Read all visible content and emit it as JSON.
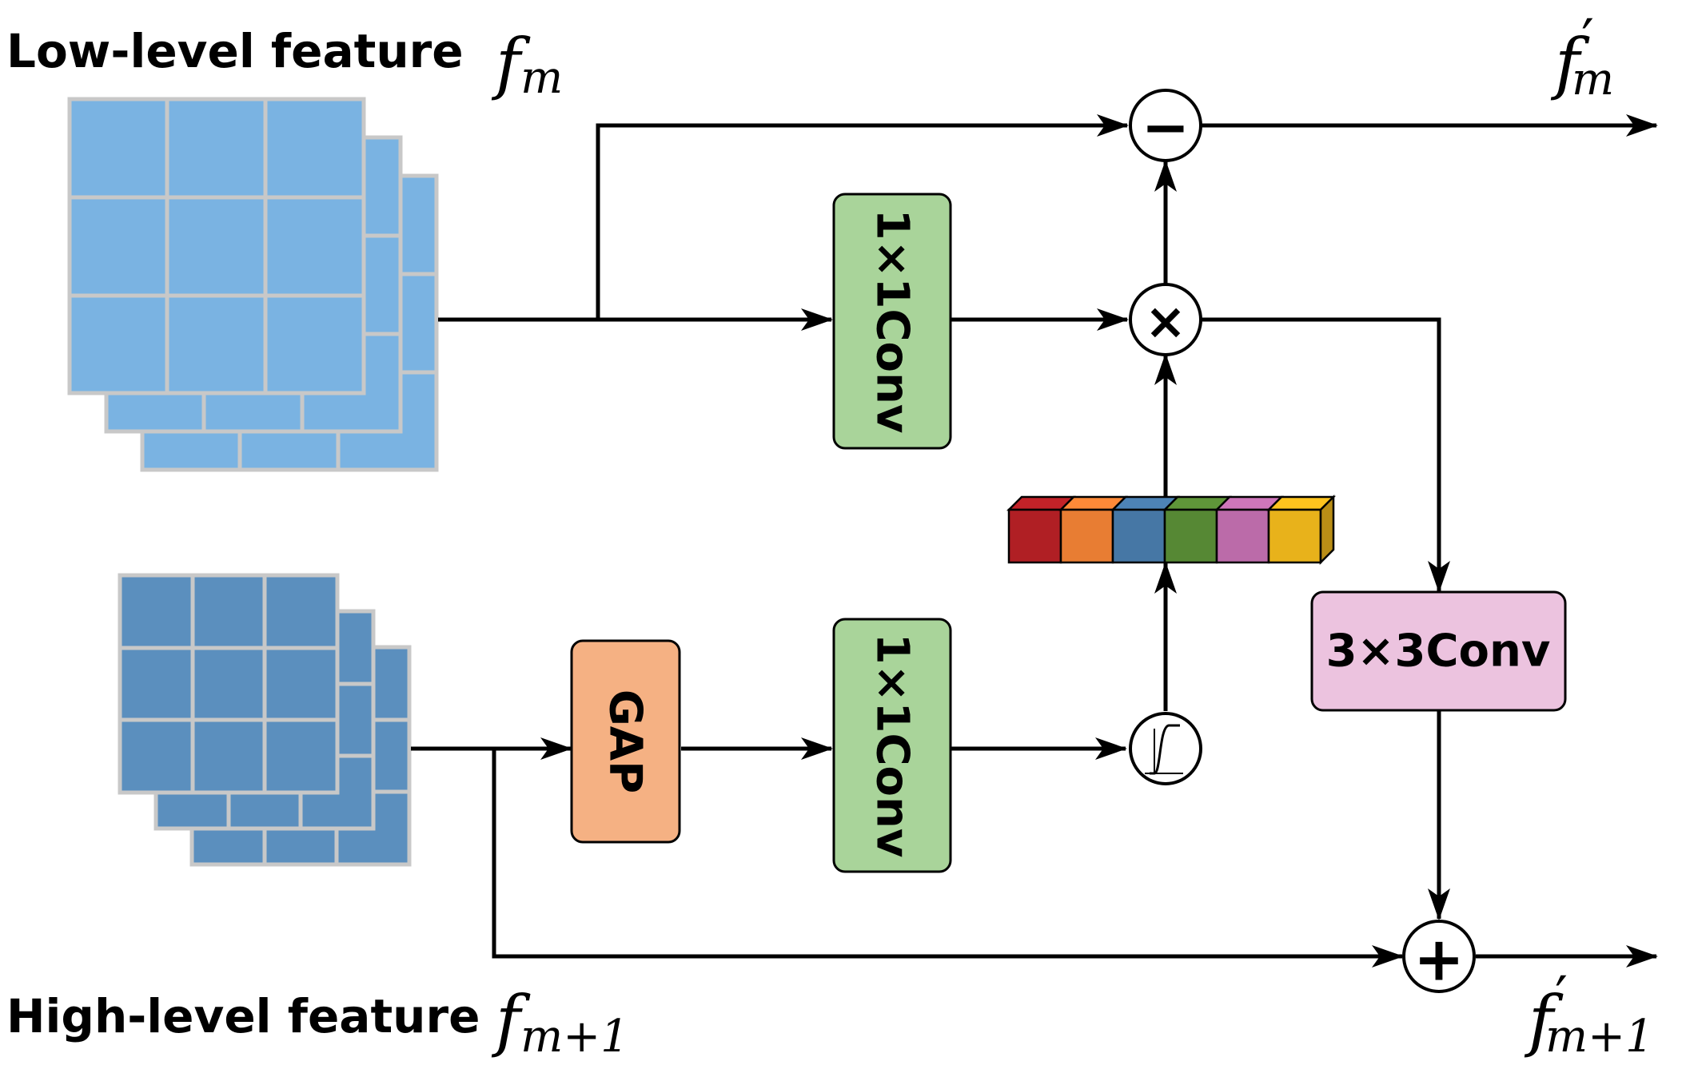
{
  "labels": {
    "low_level": "Low-level feature",
    "high_level": "High-level feature"
  },
  "math": {
    "fm_base": "f",
    "fm_sub": "m",
    "fm1_sub": "m+1",
    "prime": "′"
  },
  "boxes": {
    "conv_top": "1×1Conv",
    "gap": "GAP",
    "conv_bottom": "1×1Conv",
    "conv3": "3×3Conv"
  },
  "operators": {
    "minus": "−",
    "times": "×",
    "plus": "+"
  },
  "colors": {
    "low_feature_fill": "#7ab3e2",
    "high_feature_fill": "#5b8fbe",
    "feature_grid": "#c8c8c8",
    "conv_fill": "#a9d49a",
    "gap_fill": "#f5b183",
    "conv3_fill": "#ecc3df",
    "channel_vector": [
      "#b01f24",
      "#e87d33",
      "#4677a5",
      "#568834",
      "#bb6ba9",
      "#e8b21b"
    ]
  }
}
